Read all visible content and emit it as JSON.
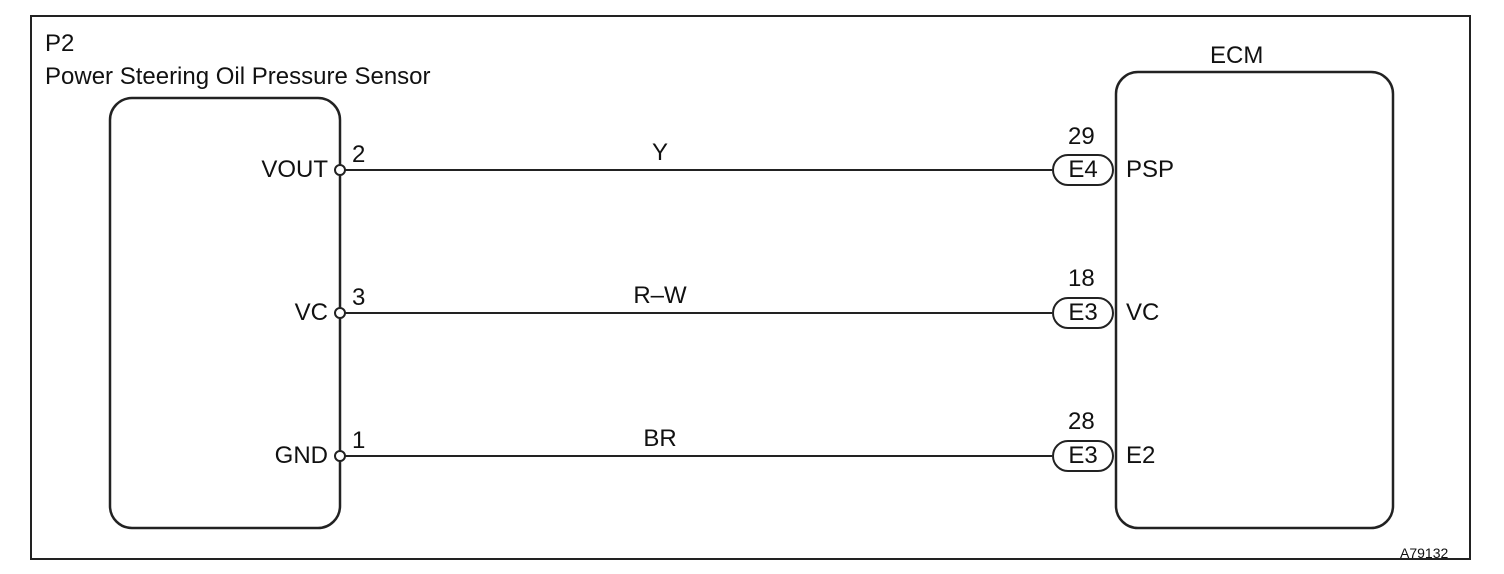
{
  "sensor": {
    "code": "P2",
    "name": "Power Steering Oil Pressure Sensor",
    "pins": [
      {
        "name": "VOUT",
        "num": "2"
      },
      {
        "name": "VC",
        "num": "3"
      },
      {
        "name": "GND",
        "num": "1"
      }
    ]
  },
  "ecm": {
    "title": "ECM",
    "terminals": [
      {
        "num": "29",
        "connector": "E4",
        "name": "PSP"
      },
      {
        "num": "18",
        "connector": "E3",
        "name": "VC"
      },
      {
        "num": "28",
        "connector": "E3",
        "name": "E2"
      }
    ]
  },
  "wires": [
    "Y",
    "R–W",
    "BR"
  ],
  "figure_id": "A79132"
}
